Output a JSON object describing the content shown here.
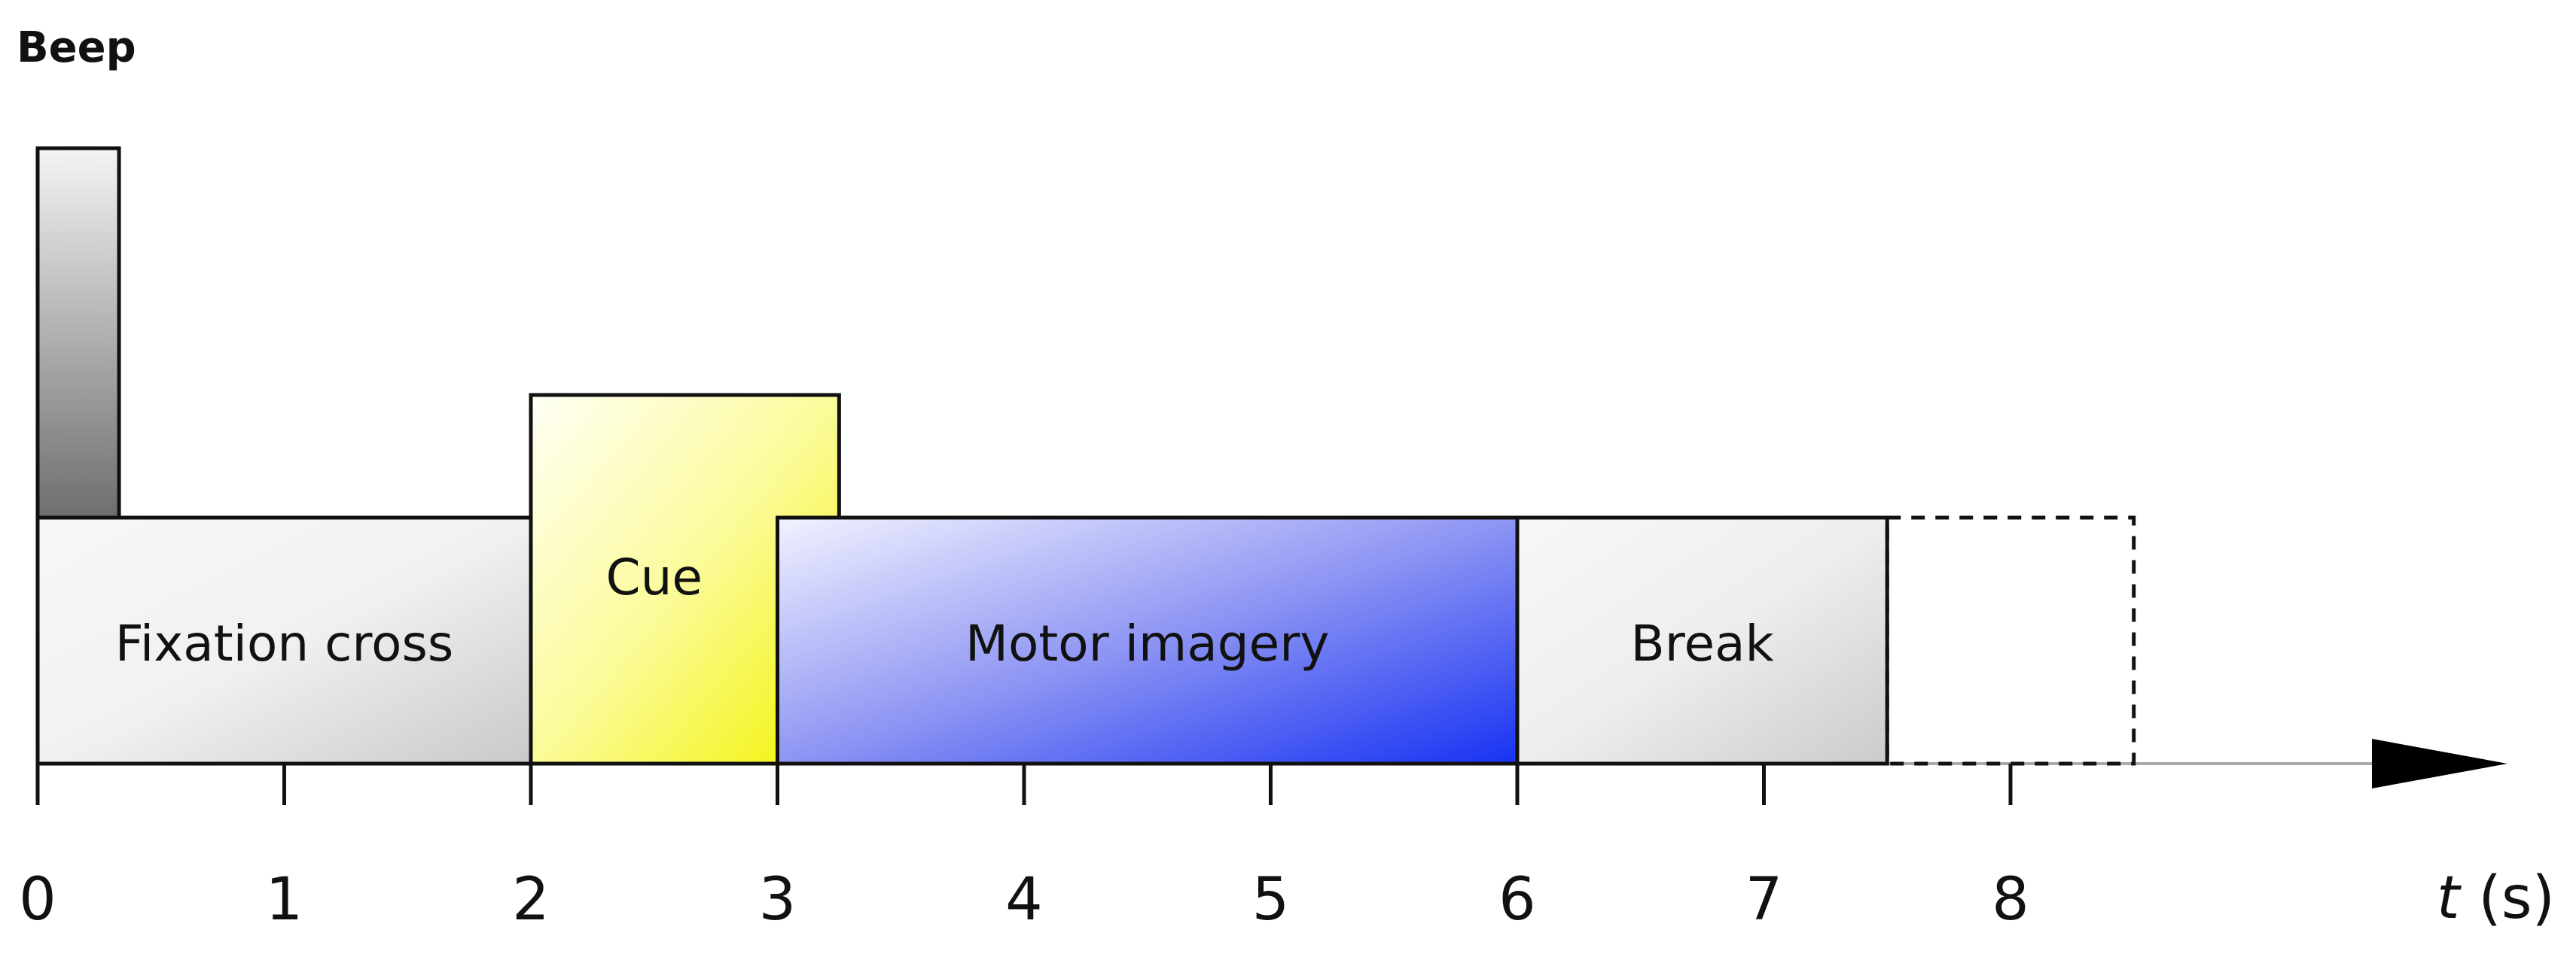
{
  "beep": {
    "label": "Beep",
    "start": 0,
    "end": 0.33
  },
  "phases": [
    {
      "id": "fixation",
      "label": "Fixation cross",
      "start": 0,
      "end": 2,
      "level": "low",
      "gradient": [
        "#f7f7f7",
        "#f1f1f1",
        "#c9c9c9"
      ]
    },
    {
      "id": "cue",
      "label": "Cue",
      "start": 2,
      "end": 3.25,
      "level": "high",
      "gradient": [
        "#fffff6",
        "#fbfb9a",
        "#f2f200"
      ]
    },
    {
      "id": "motor",
      "label": "Motor imagery",
      "start": 3,
      "end": 6,
      "level": "low",
      "gradient": [
        "#f2f2ff",
        "#8e95f3",
        "#1732f3"
      ]
    },
    {
      "id": "break",
      "label": "Break",
      "start": 6,
      "end": 7.5,
      "level": "low",
      "gradient": [
        "#f7f7f7",
        "#eeeeee",
        "#cbcbcb"
      ]
    },
    {
      "id": "next",
      "label": "",
      "start": 7.5,
      "end": 8.5,
      "level": "low",
      "dashed": true
    }
  ],
  "axis": {
    "ticks": [
      "0",
      "1",
      "2",
      "3",
      "4",
      "5",
      "6",
      "7",
      "8"
    ],
    "label_var": "t",
    "label_unit": " (s)"
  },
  "colors": {
    "stroke": "#111111",
    "axis_line": "#aaaaaa",
    "arrow": "#000000",
    "beep_light": "#f4f4f4",
    "beep_dark": "#6e6e6e"
  }
}
